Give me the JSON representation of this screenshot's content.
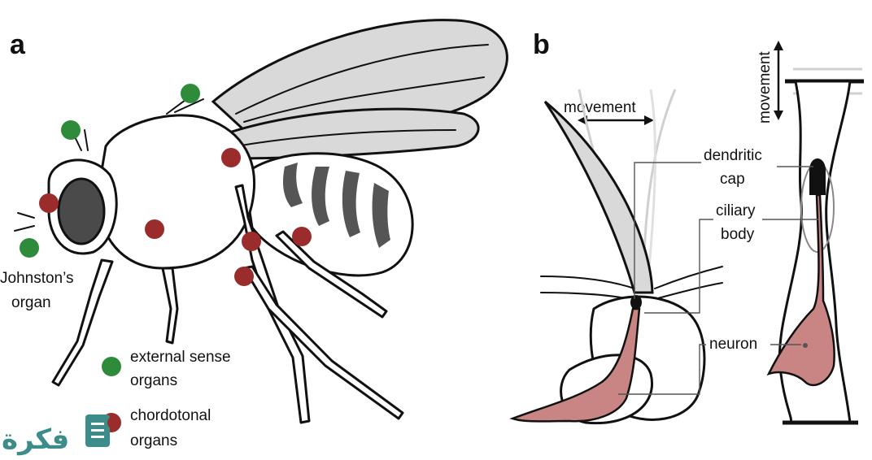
{
  "panels": {
    "a": "a",
    "b": "b"
  },
  "labels": {
    "johnstons_line1": "Johnston’s",
    "johnstons_line2": "organ",
    "external_line1": "external sense",
    "external_line2": "organs",
    "chordotonal_line1": "chordotonal",
    "chordotonal_line2": "organs",
    "movement_left": "movement",
    "movement_right": "movement",
    "dendritic_line1": "dendritic",
    "dendritic_line2": "cap",
    "ciliary_line1": "ciliary",
    "ciliary_line2": "body",
    "neuron": "neuron"
  },
  "watermark": "فكرة",
  "colors": {
    "external_organ": "#2e8b3a",
    "chordotonal_organ": "#9b2c2c",
    "neuron_fill": "#c98484",
    "wing_fill": "#d9d9d9",
    "stripe_fill": "#555555",
    "watermark": "#3c8c8a"
  }
}
